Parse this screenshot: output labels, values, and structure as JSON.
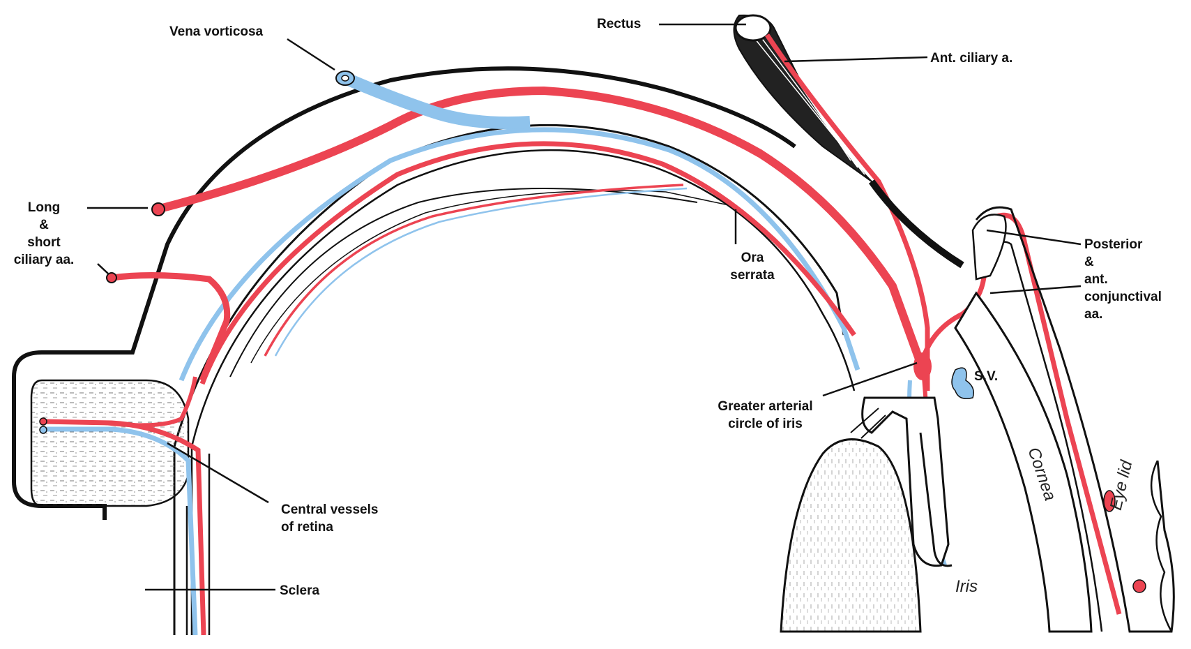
{
  "labels": {
    "vena_vorticosa": "Vena vorticosa",
    "rectus": "Rectus",
    "ant_ciliary": "Ant. ciliary a.",
    "long_short_ciliary": [
      "Long",
      "&",
      "short",
      "ciliary aa."
    ],
    "ora_serrata": [
      "Ora",
      "serrata"
    ],
    "posterior_conjunctival": [
      "Posterior",
      "&",
      "ant.",
      "conjunctival",
      "aa."
    ],
    "sv": "S.V.",
    "greater_arterial": [
      "Greater arterial",
      "circle of iris"
    ],
    "central_vessels": [
      "Central vessels",
      "of retina"
    ],
    "sclera": "Sclera",
    "cornea": "Cornea",
    "eye_lid": "Eye lid",
    "iris": "Iris"
  },
  "colors": {
    "artery": "#ec4452",
    "vein": "#8fc3ec",
    "outline": "#111111"
  }
}
